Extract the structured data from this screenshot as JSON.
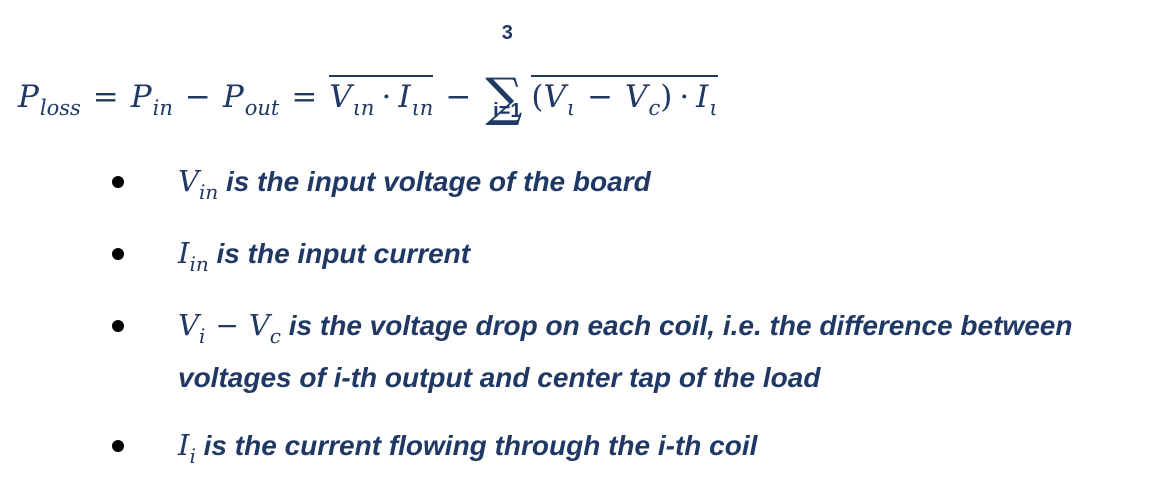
{
  "equation": {
    "lhs": {
      "symbol": "P",
      "sub": "loss"
    },
    "eq1": "=",
    "pin": {
      "symbol": "P",
      "sub": "in"
    },
    "minus1": "−",
    "pout": {
      "symbol": "P",
      "sub": "out"
    },
    "eq2": "=",
    "vin": {
      "symbol": "V",
      "sub": "ιn"
    },
    "dot1": "·",
    "iin": {
      "symbol": "I",
      "sub": "ιn"
    },
    "minus2": "−",
    "sum": {
      "sign": "∑",
      "upper": "3",
      "lower": "i=1"
    },
    "open_paren": "(",
    "vi": {
      "symbol": "V",
      "sub": "ι"
    },
    "minus3": "−",
    "vc": {
      "symbol": "V",
      "sub": "c"
    },
    "close_paren": ")",
    "dot2": "·",
    "ii": {
      "symbol": "I",
      "sub": "ι"
    }
  },
  "bullets": [
    {
      "var": "V",
      "var_sub": "in",
      "text": " is the input voltage of the board"
    },
    {
      "var": "I",
      "var_sub": "in",
      "text": " is the input current"
    },
    {
      "var1": "V",
      "var1_sub": "i",
      "op": "−",
      "var2": "V",
      "var2_sub": "c",
      "text": " is the voltage drop on each coil, i.e. the difference between",
      "text2": "voltages of i-th output and center tap of the load"
    },
    {
      "var": "I",
      "var_sub": "i",
      "text": " is the current flowing through the i-th coil"
    }
  ]
}
